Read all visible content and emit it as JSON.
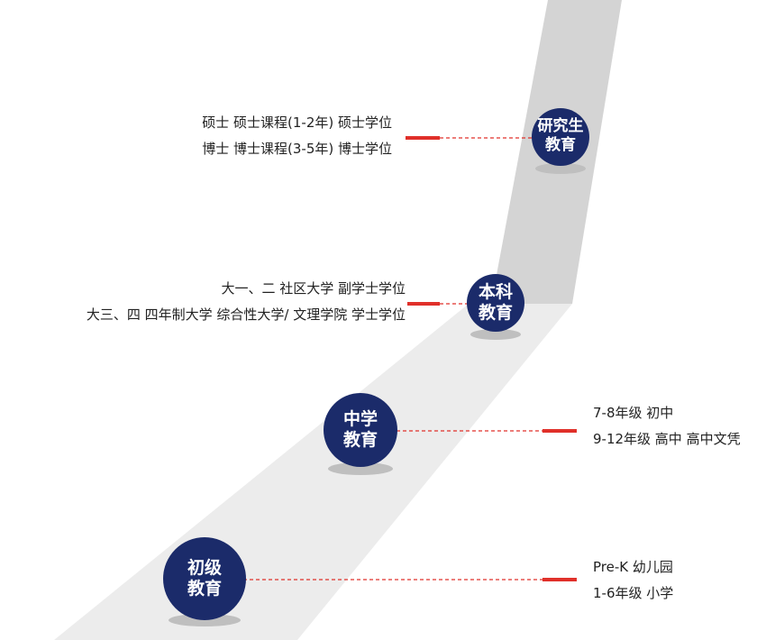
{
  "colors": {
    "road_light": "#ececec",
    "road_dark": "#d4d4d4",
    "circle_fill": "#1b2b6a",
    "shadow": "#bfbfbf",
    "accent_red": "#e0302a"
  },
  "stages": [
    {
      "id": "graduate",
      "label_line1": "研究生",
      "label_line2": "教育",
      "details": [
        "硕士  硕士课程(1-2年) 硕士学位",
        "博士  博士课程(3-5年) 博士学位"
      ]
    },
    {
      "id": "undergraduate",
      "label_line1": "本科",
      "label_line2": "教育",
      "details": [
        "大一、二  社区大学  副学士学位",
        "大三、四  四年制大学  综合性大学/ 文理学院  学士学位"
      ]
    },
    {
      "id": "secondary",
      "label_line1": "中学",
      "label_line2": "教育",
      "details": [
        "7-8年级  初中",
        "9-12年级  高中  高中文凭"
      ]
    },
    {
      "id": "primary",
      "label_line1": "初级",
      "label_line2": "教育",
      "details": [
        "Pre-K  幼儿园",
        "1-6年级  小学"
      ]
    }
  ]
}
